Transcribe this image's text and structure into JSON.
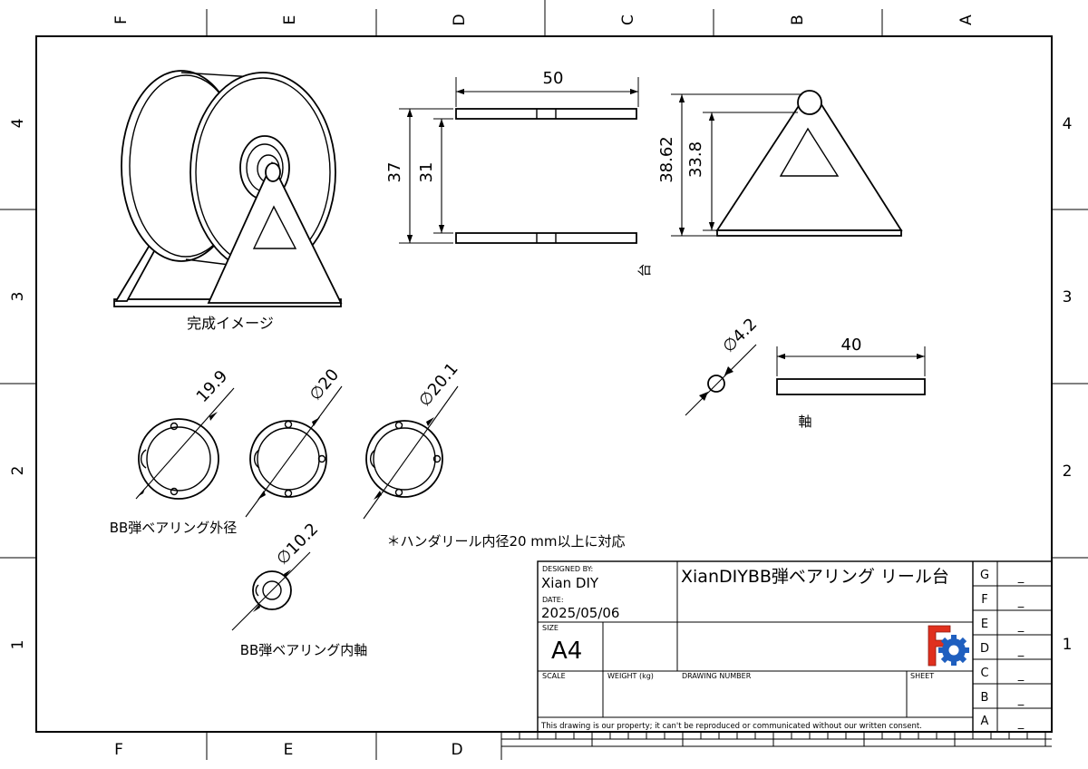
{
  "sheet": {
    "zones_top": [
      "F",
      "E",
      "D",
      "C",
      "B",
      "A"
    ],
    "zones_bottom": [
      "F",
      "E",
      "D"
    ],
    "rows_left": [
      "4",
      "3",
      "2",
      "1"
    ],
    "rows_right": [
      "4",
      "3",
      "2",
      "1"
    ]
  },
  "views": {
    "complete_caption": "完成イメージ",
    "stand_caption": "台",
    "axle_caption": "軸",
    "outer_caption": "BB弾ベアリング外径",
    "inner_caption": "BB弾ベアリング内軸",
    "note": "＊ハンダリール内径20 mm以上に対応"
  },
  "dimensions": {
    "front_width": "50",
    "front_outer_height": "37",
    "front_inner_height": "31",
    "side_height_outer": "38.62",
    "side_height_inner": "33.8",
    "axle_diameter": "∅4.2",
    "axle_length": "40",
    "ring1_dia": "19.9",
    "ring2_dia": "∅20",
    "ring3_dia": "∅20.1",
    "inner_shaft_dia": "∅10.2"
  },
  "title_block": {
    "designed_by_label": "DESIGNED BY:",
    "designed_by": "Xian DIY",
    "date_label": "DATE:",
    "date": "2025/05/06",
    "size_label": "SIZE",
    "size": "A4",
    "title": "XianDIYBB弾ベアリング リール台",
    "scale_label": "SCALE",
    "weight_label": "WEIGHT (kg)",
    "drawing_number_label": "DRAWING NUMBER",
    "sheet_label": "SHEET",
    "consent": "This drawing is our property; it can't be reproduced or communicated without our written consent.",
    "revisions": [
      {
        "letter": "G",
        "value": "_"
      },
      {
        "letter": "F",
        "value": "_"
      },
      {
        "letter": "E",
        "value": "_"
      },
      {
        "letter": "D",
        "value": "_"
      },
      {
        "letter": "C",
        "value": "_"
      },
      {
        "letter": "B",
        "value": "_"
      },
      {
        "letter": "A",
        "value": "_"
      }
    ]
  },
  "logo": {
    "name": "freecad-logo-icon",
    "colors": [
      "#e0301e",
      "#1f5fbf"
    ]
  }
}
